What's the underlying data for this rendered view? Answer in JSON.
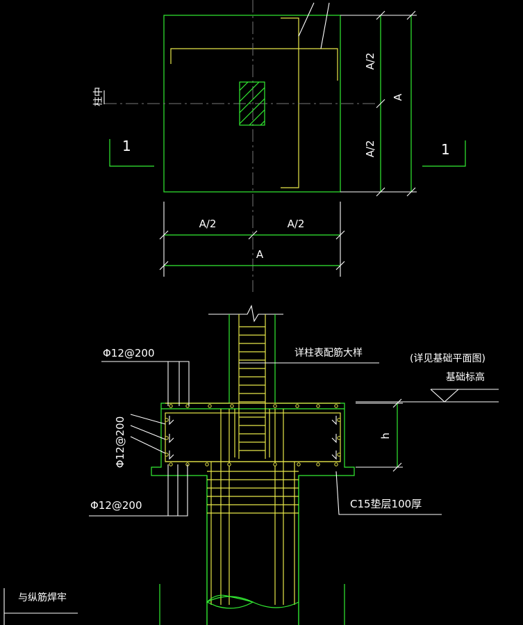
{
  "plan": {
    "center_label": "柱中",
    "section_left": "1",
    "section_right": "1",
    "dim_half_right_upper": "A/2",
    "dim_half_right_lower": "A/2",
    "dim_full_right": "A",
    "dim_half_bottom_left": "A/2",
    "dim_half_bottom_right": "A/2",
    "dim_full_bottom": "A"
  },
  "section": {
    "rebar_top_left": "Φ12@200",
    "rebar_side_left": "Φ12@200",
    "rebar_bottom_left": "Φ12@200",
    "column_note": "详柱表配筋大样",
    "elevation_note_line1": "(详见基础平面图)",
    "elevation_note_line2": "基础标高",
    "height_label": "h",
    "cushion_note": "C15垫层100厚",
    "weld_note": "与纵筋焊牢"
  }
}
